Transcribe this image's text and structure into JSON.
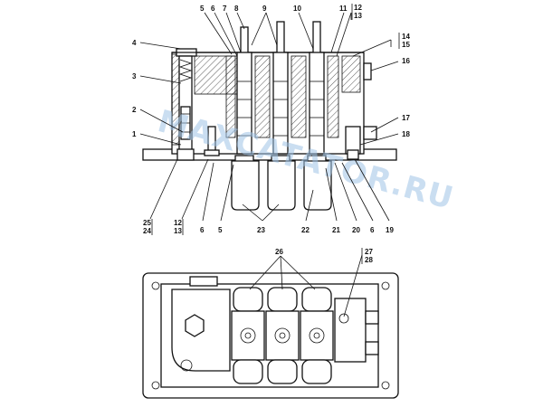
{
  "watermark": "MAXCATATOR.RU",
  "callouts_top": [
    "5",
    "6",
    "7",
    "8",
    "9",
    "10",
    "11",
    "12",
    "13"
  ],
  "callouts_left": [
    "4",
    "3",
    "2",
    "1"
  ],
  "callouts_right": [
    "14",
    "15",
    "16",
    "17",
    "18"
  ],
  "callouts_bottom_left": [
    "25",
    "24",
    "12",
    "13",
    "6",
    "5"
  ],
  "callouts_bottom_right": [
    "23",
    "22",
    "21",
    "20",
    "6",
    "19"
  ],
  "callouts_plan": [
    "26",
    "27",
    "28"
  ]
}
